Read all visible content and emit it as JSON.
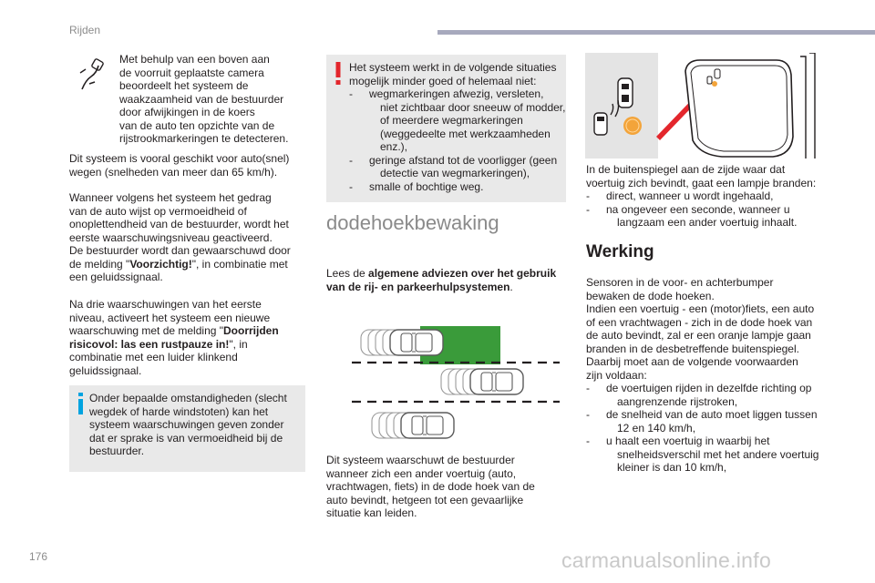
{
  "header": {
    "label": "Rijden"
  },
  "footer": {
    "page_number": "176",
    "watermark": "carmanualsonline.info"
  },
  "col1": {
    "camera_text": [
      "Met behulp van een boven aan",
      "de voorruit geplaatste camera",
      "beoordeelt het systeem de",
      "waakzaamheid van de bestuurder",
      "door afwijkingen in de koers",
      "van de auto ten opzichte van de",
      "rijstrookmarkeringen te detecteren."
    ],
    "para1": [
      "Dit systeem is vooral geschikt voor auto(snel)",
      "wegen (snelheden van meer dan 65 km/h)."
    ],
    "para2": [
      "Wanneer volgens het systeem het gedrag",
      "van de auto wijst op vermoeidheid of",
      "onoplettendheid van de bestuurder, wordt het",
      "eerste waarschuwingsniveau geactiveerd.",
      "De bestuurder wordt dan gewaarschuwd door"
    ],
    "para2_msg_prefix": "de melding \"",
    "para2_msg": "Voorzichtig!",
    "para2_msg_suffix": "\", in combinatie met",
    "para2_end": "een geluidssignaal.",
    "para3_lines": [
      "Na drie waarschuwingen van het eerste",
      "niveau, activeert het systeem een nieuwe"
    ],
    "para3_msg_prefix": "waarschuwing met de melding \"",
    "para3_msg_a": "Doorrijden",
    "para3_msg_b": "risicovol: las een rustpauze in!",
    "para3_msg_suffix": "\", in",
    "para3_end": [
      "combinatie met een luider klinkend",
      "geluidssignaal."
    ],
    "info_box": [
      "Onder bepaalde omstandigheden (slecht",
      "wegdek of harde windstoten) kan het",
      "systeem waarschuwingen geven zonder",
      "dat er sprake is van vermoeidheid bij de",
      "bestuurder."
    ]
  },
  "col2": {
    "warning_box": {
      "intro": [
        "Het systeem werkt in de volgende situaties",
        "mogelijk minder goed of helemaal niet:"
      ],
      "items": [
        {
          "dash": "-",
          "lines": [
            "wegmarkeringen afwezig, versleten,",
            "niet zichtbaar door sneeuw of modder,",
            "of meerdere wegmarkeringen",
            "(weggedeelte met werkzaamheden",
            "enz.),"
          ]
        },
        {
          "dash": "-",
          "lines": [
            "geringe afstand tot de voorligger (geen",
            "detectie van wegmarkeringen),"
          ]
        },
        {
          "dash": "-",
          "lines": [
            "smalle of bochtige weg."
          ]
        }
      ]
    },
    "section_title": "dodehoekbewaking",
    "read_prefix": "Lees de ",
    "read_bold": [
      "algemene adviezen over het gebruik",
      "van de rij- en parkeerhulpsystemen"
    ],
    "read_suffix": ".",
    "bottom_text": [
      "Dit systeem waarschuwt de bestuurder",
      "wanneer zich een ander voertuig (auto,",
      "vrachtwagen, fiets) in de dode hoek van de",
      "auto bevindt, hetgeen tot een gevaarlijke",
      "situatie kan leiden."
    ]
  },
  "col3": {
    "mirror_text": [
      "In de buitenspiegel aan de zijde waar dat",
      "voertuig zich bevindt, gaat een lampje branden:"
    ],
    "mirror_items": [
      {
        "dash": "-",
        "lines": [
          "direct, wanneer u wordt ingehaald,"
        ]
      },
      {
        "dash": "-",
        "lines": [
          "na ongeveer een seconde, wanneer u",
          "langzaam een ander voertuig inhaalt."
        ]
      }
    ],
    "subsection_title": "Werking",
    "werking_text": [
      "Sensoren in de voor- en achterbumper",
      "bewaken de dode hoeken.",
      "Indien een voertuig - een (motor)fiets, een auto",
      "of een vrachtwagen - zich in de dode hoek van",
      "de auto bevindt, zal er een oranje lampje gaan",
      "branden in de desbetreffende buitenspiegel.",
      "Daarbij moet aan de volgende voorwaarden",
      "zijn voldaan:"
    ],
    "werking_items": [
      {
        "dash": "-",
        "lines": [
          "de voertuigen rijden in dezelfde richting op",
          "aangrenzende rijstroken,"
        ]
      },
      {
        "dash": "-",
        "lines": [
          "de snelheid van de auto moet liggen tussen",
          "12 en 140 km/h,"
        ]
      },
      {
        "dash": "-",
        "lines": [
          "u haalt een voertuig in waarbij het",
          "snelheidsverschil met het andere voertuig",
          "kleiner is dan 10 km/h,"
        ]
      }
    ]
  },
  "colors": {
    "accent_green": "#3a9b3a",
    "warning_red": "#e3262c",
    "info_blue": "#00a3e0",
    "lamp_orange": "#f3a43a",
    "box_grey": "#e9e9e9"
  }
}
